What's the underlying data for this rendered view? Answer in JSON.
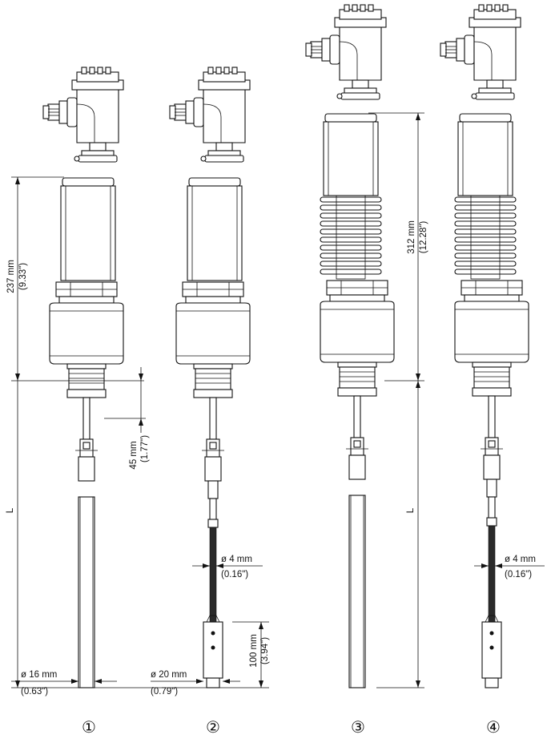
{
  "captions": [
    "①",
    "②",
    "③",
    "④"
  ],
  "dimensions": {
    "d237_mm": "237 mm",
    "d237_in": "(9.33\")",
    "d312_mm": "312 mm",
    "d312_in": "(12.28\")",
    "d45_mm": "45 mm",
    "d45_in": "(1.77\")",
    "length_1": "L",
    "length_3": "L",
    "dia16_mm": "ø 16 mm",
    "dia16_in": "(0.63\")",
    "dia4_mm_2": "ø 4 mm",
    "dia4_in_2": "(0.16\")",
    "dia20_mm": "ø 20 mm",
    "dia20_in": "(0.79\")",
    "d100_mm": "100 mm",
    "d100_in": "(3.94\")",
    "dia4_mm_4": "ø 4 mm",
    "dia4_in_4": "(0.16\")"
  }
}
